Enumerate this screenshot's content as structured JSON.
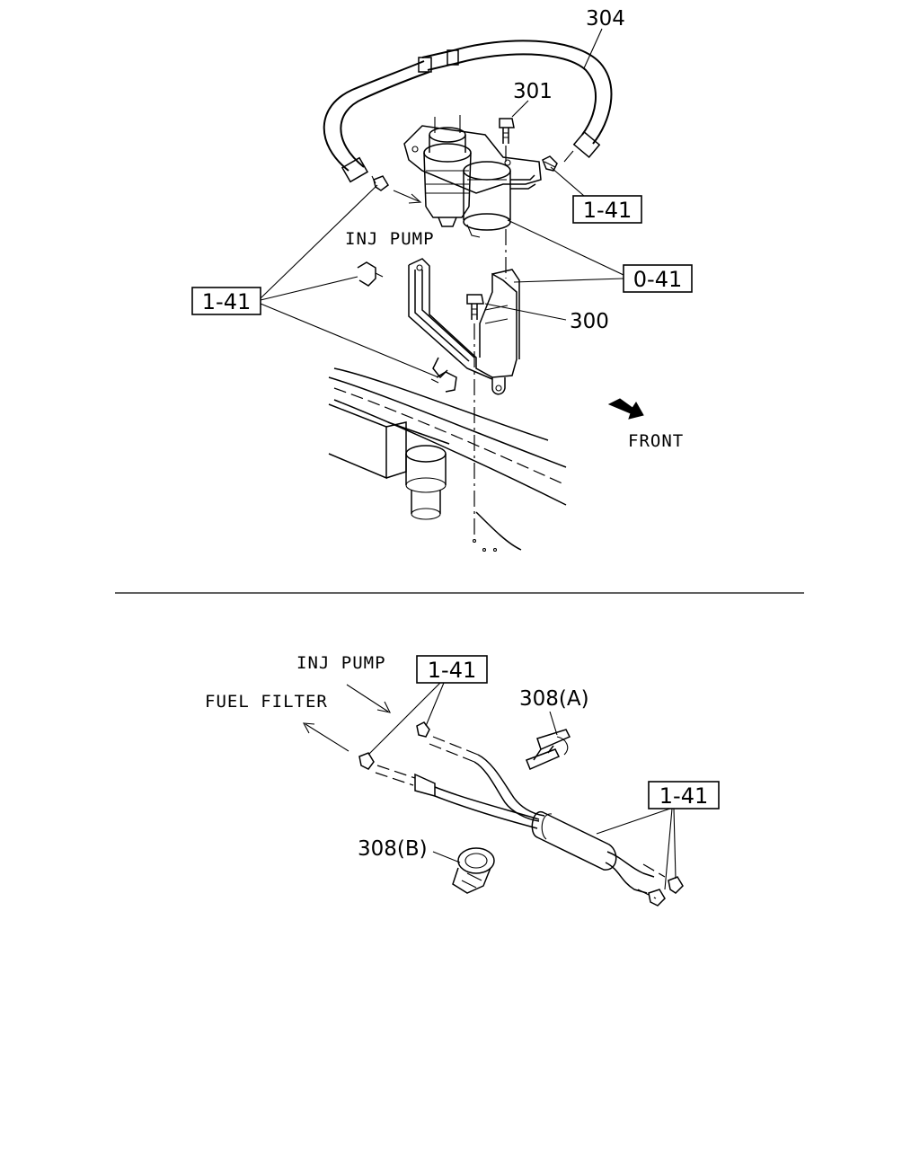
{
  "upper": {
    "callouts": {
      "hose": "304",
      "bolt_top": "301",
      "bolt_bracket": "300"
    },
    "boxes": {
      "clip_right": "1-41",
      "clip_left": "1-41",
      "ref_bracket": "0-41"
    },
    "labels": {
      "inj_pump": "INJ PUMP",
      "front": "FRONT"
    }
  },
  "lower": {
    "callouts": {
      "clip_a": "308(A)",
      "clip_b": "308(B)"
    },
    "boxes": {
      "clip_top": "1-41",
      "clip_right": "1-41"
    },
    "labels": {
      "inj_pump": "INJ PUMP",
      "fuel_filter": "FUEL FILTER"
    }
  },
  "icons": [
    "front-arrow-icon",
    "direction-arrow-icon",
    "hose-clamp-icon",
    "bolt-icon",
    "fuel-filter-icon"
  ]
}
